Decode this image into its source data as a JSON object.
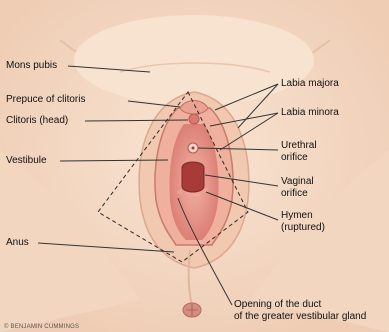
{
  "labels": {
    "mons_pubis": "Mons pubis",
    "prepuce_of_clitoris": "Prepuce of clitoris",
    "clitoris_head": "Clitoris (head)",
    "vestibule": "Vestibule",
    "anus": "Anus",
    "labia_majora": "Labia majora",
    "labia_minora": "Labia minora",
    "urethral_orifice": [
      "Urethral",
      "orifice"
    ],
    "vaginal_orifice": [
      "Vaginal",
      "orifice"
    ],
    "hymen": [
      "Hymen",
      "(ruptured)"
    ],
    "vestibular_gland_duct": [
      "Opening of the duct",
      "of the greater vestibular gland"
    ]
  },
  "copyright": "© BENJAMIN CUMMINGS",
  "colors": {
    "skin": "#f4d9c4",
    "skin_shadow": "#e2b49c",
    "mucosa": "#e99a8e",
    "mucosa_dark": "#c75e58",
    "leader_line": "#333333"
  }
}
